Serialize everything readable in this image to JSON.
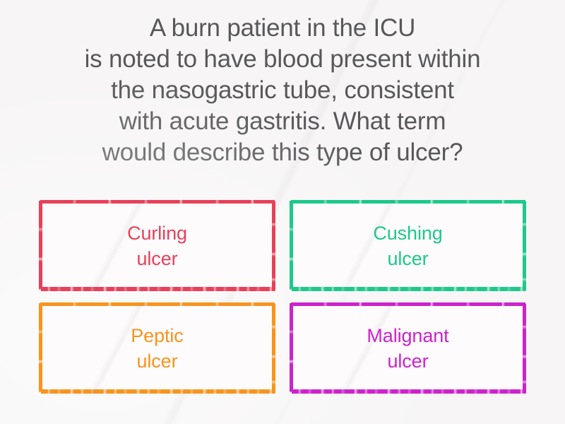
{
  "background_color": "#f7f5f6",
  "question": {
    "text": "A burn patient in the ICU\nis noted to have blood present within\nthe nasogastric tube, consistent\nwith acute gastritis. What term\nwould describe this type of ulcer?",
    "color": "#58585a"
  },
  "answers": [
    {
      "label": "Curling\nulcer",
      "color": "#e8405a",
      "position": "top-left"
    },
    {
      "label": "Cushing\nulcer",
      "color": "#1dc98a",
      "position": "top-right"
    },
    {
      "label": "Peptic\nulcer",
      "color": "#f7941e",
      "position": "bottom-left"
    },
    {
      "label": "Malignant\nulcer",
      "color": "#cc22cc",
      "position": "bottom-right"
    }
  ]
}
